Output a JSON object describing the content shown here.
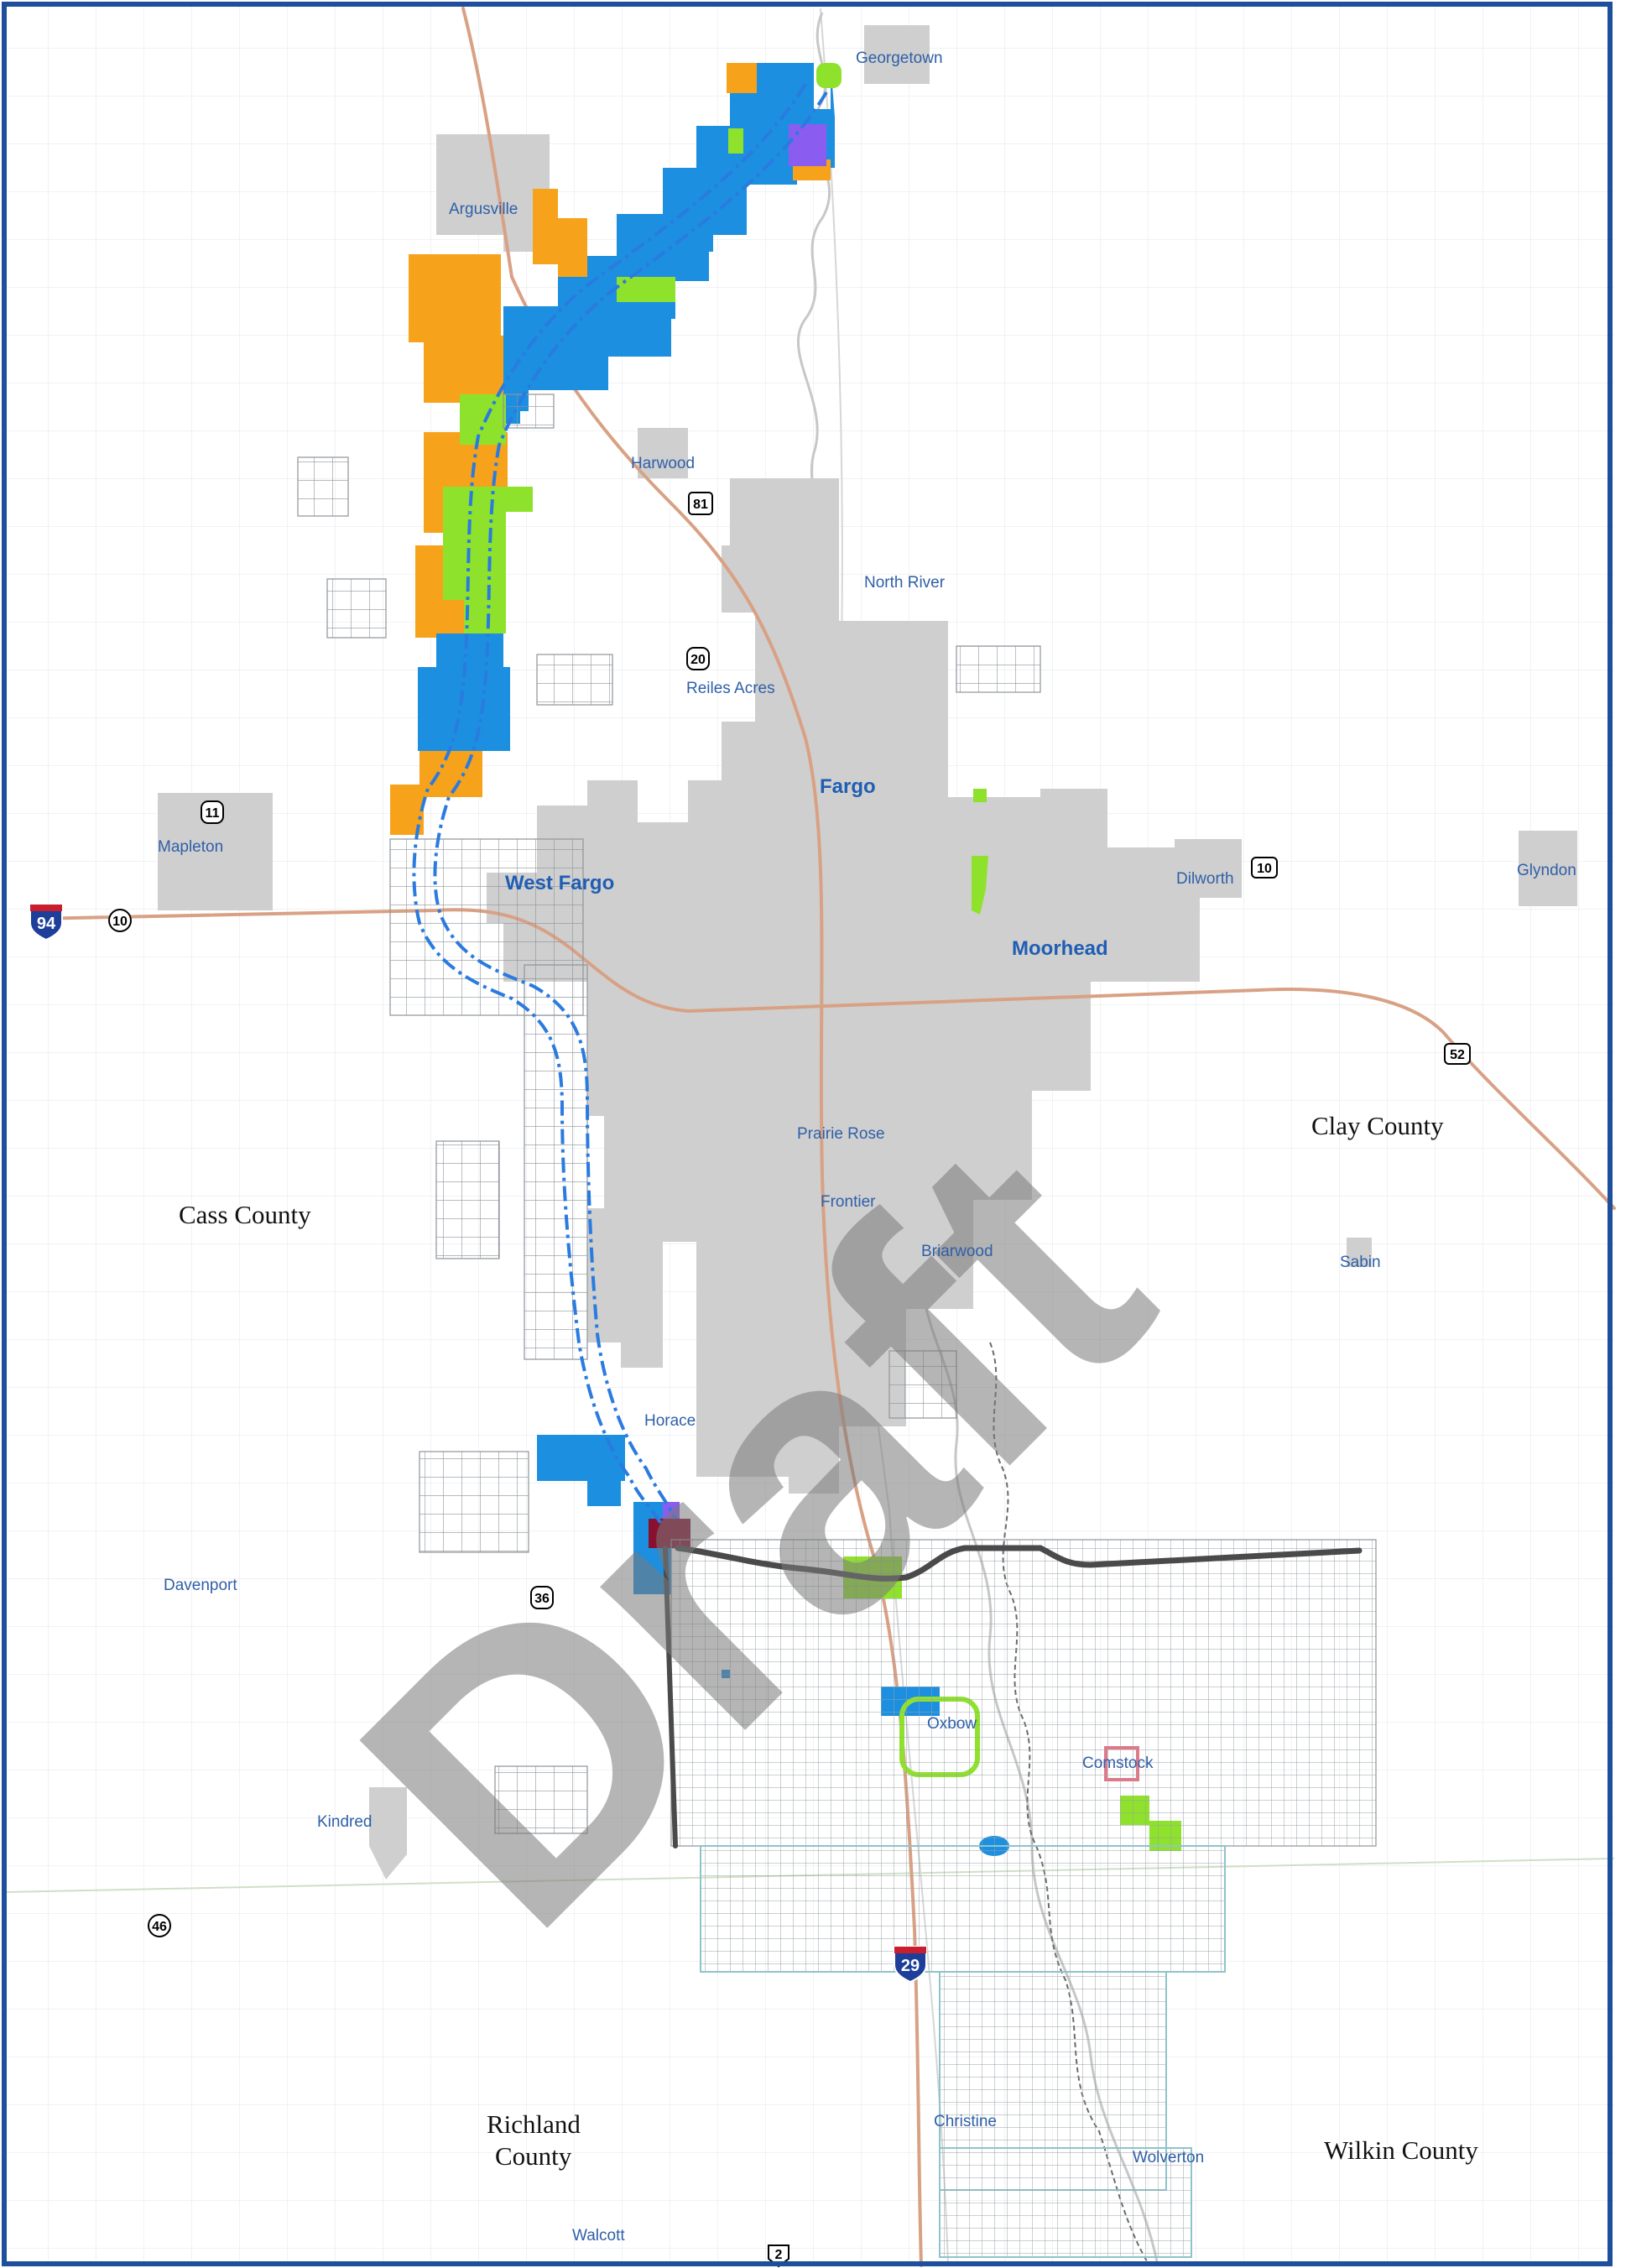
{
  "map": {
    "watermark": "Draft",
    "colors": {
      "urban": "#cfcfcf",
      "road": "#d9a184",
      "orange": "#f7a21b",
      "blue": "#1c8fe0",
      "green": "#8fe22b",
      "purple": "#8a5cf0",
      "maroon": "#8a1030",
      "diversion": "#2a7be0",
      "embankment": "#4a4a4a",
      "border": "#1e4f9c",
      "grid": "#e8ecef",
      "parcel": "#9aa0a6",
      "teal_outline": "#8fc3cc",
      "river": "#b8b8b8",
      "interstate_red": "#c81e2e",
      "interstate_blue": "#1d3f9a"
    },
    "places": {
      "georgetown": "Georgetown",
      "argusville": "Argusville",
      "harwood": "Harwood",
      "north_river": "North River",
      "reiles_acres": "Reiles Acres",
      "fargo": "Fargo",
      "mapleton": "Mapleton",
      "west_fargo": "West Fargo",
      "dilworth": "Dilworth",
      "glyndon": "Glyndon",
      "moorhead": "Moorhead",
      "prairie_rose": "Prairie Rose",
      "frontier": "Frontier",
      "briarwood": "Briarwood",
      "sabin": "Sabin",
      "horace": "Horace",
      "davenport": "Davenport",
      "oxbow": "Oxbow",
      "comstock": "Comstock",
      "kindred": "Kindred",
      "christine": "Christine",
      "wolverton": "Wolverton",
      "walcott": "Walcott"
    },
    "counties": {
      "cass": "Cass County",
      "clay": "Clay County",
      "richland_1": "Richland",
      "richland_2": "County",
      "wilkin": "Wilkin County"
    },
    "routes": {
      "i94": "94",
      "i29": "29",
      "us10_west": "10",
      "us10_east": "10",
      "us81": "81",
      "nd20": "20",
      "nd11": "11",
      "us52": "52",
      "nd36": "36",
      "nd46": "46",
      "nd2": "2"
    }
  }
}
